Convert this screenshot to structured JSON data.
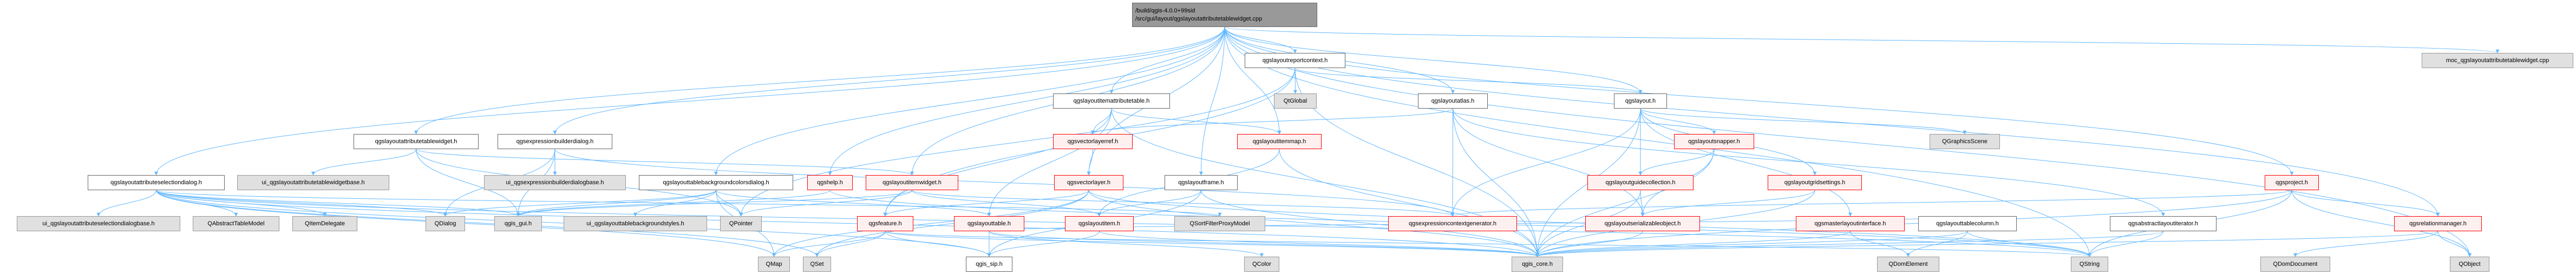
{
  "graph": {
    "root": {
      "line1": "/build/qgis-4.0.0+99sid",
      "line2": "/src/gui/layout/qgslayoutattributetablewidget.cpp"
    },
    "colors": {
      "edge": "#63b8ff",
      "truncated_border": "#ff0000",
      "external_fill": "#e0e0e0"
    },
    "nodes": [
      {
        "id": "reportcontext",
        "label": "qgslayoutreportcontext.h",
        "kind": "doc"
      },
      {
        "id": "moc",
        "label": "moc_qgslayoutattributetablewidget.cpp",
        "kind": "ext"
      },
      {
        "id": "itemattributetable",
        "label": "qgslayoutitemattributetable.h",
        "kind": "doc"
      },
      {
        "id": "qtglobal",
        "label": "QtGlobal",
        "kind": "ext"
      },
      {
        "id": "atlas",
        "label": "qgslayoutatlas.h",
        "kind": "doc"
      },
      {
        "id": "layout",
        "label": "qgslayout.h",
        "kind": "doc"
      },
      {
        "id": "attrtablewidget",
        "label": "qgslayoutattributetablewidget.h",
        "kind": "doc"
      },
      {
        "id": "exprbuilder",
        "label": "qgsexpressionbuilderdialog.h",
        "kind": "doc"
      },
      {
        "id": "vectorlayerref",
        "label": "qgsvectorlayerref.h",
        "kind": "trunc"
      },
      {
        "id": "itemmap",
        "label": "qgslayoutitemmap.h",
        "kind": "trunc"
      },
      {
        "id": "snapper",
        "label": "qgslayoutsnapper.h",
        "kind": "trunc"
      },
      {
        "id": "graphicsscene",
        "label": "QGraphicsScene",
        "kind": "ext"
      },
      {
        "id": "attrseldialog",
        "label": "qgslayoutattributeselectiondialog.h",
        "kind": "doc"
      },
      {
        "id": "ui_attrtablewidget",
        "label": "ui_qgslayoutattributetablewidgetbase.h",
        "kind": "ext"
      },
      {
        "id": "ui_exprbuilder",
        "label": "ui_qgsexpressionbuilderdialogbase.h",
        "kind": "ext"
      },
      {
        "id": "bgcolorsdialog",
        "label": "qgslayouttablebackgroundcolorsdialog.h",
        "kind": "doc"
      },
      {
        "id": "help",
        "label": "qgshelp.h",
        "kind": "trunc"
      },
      {
        "id": "itemwidget",
        "label": "qgslayoutitemwidget.h",
        "kind": "trunc"
      },
      {
        "id": "vectorlayer",
        "label": "qgsvectorlayer.h",
        "kind": "trunc"
      },
      {
        "id": "frame",
        "label": "qgslayoutframe.h",
        "kind": "doc"
      },
      {
        "id": "guidecollection",
        "label": "qgslayoutguidecollection.h",
        "kind": "trunc"
      },
      {
        "id": "gridsettings",
        "label": "qgslayoutgridsettings.h",
        "kind": "trunc"
      },
      {
        "id": "project",
        "label": "qgsproject.h",
        "kind": "trunc"
      },
      {
        "id": "ui_attrsel",
        "label": "ui_qgslayoutattributeselectiondialogbase.h",
        "kind": "ext"
      },
      {
        "id": "abstracttablemodel",
        "label": "QAbstractTableModel",
        "kind": "ext"
      },
      {
        "id": "itemdelegate",
        "label": "QItemDelegate",
        "kind": "ext"
      },
      {
        "id": "qdialog",
        "label": "QDialog",
        "kind": "ext"
      },
      {
        "id": "qgis_gui",
        "label": "qgis_gui.h",
        "kind": "ext"
      },
      {
        "id": "ui_bgstyles",
        "label": "ui_qgslayouttablebackgroundstyles.h",
        "kind": "ext"
      },
      {
        "id": "qpointer",
        "label": "QPointer",
        "kind": "ext"
      },
      {
        "id": "feature",
        "label": "qgsfeature.h",
        "kind": "trunc"
      },
      {
        "id": "layouttable",
        "label": "qgslayouttable.h",
        "kind": "trunc"
      },
      {
        "id": "layoutitem",
        "label": "qgslayoutitem.h",
        "kind": "trunc"
      },
      {
        "id": "sortfilter",
        "label": "QSortFilterProxyModel",
        "kind": "ext"
      },
      {
        "id": "exprctxgen",
        "label": "qgsexpressioncontextgenerator.h",
        "kind": "trunc"
      },
      {
        "id": "serializable",
        "label": "qgslayoutserializableobject.h",
        "kind": "trunc"
      },
      {
        "id": "masterlayout",
        "label": "qgsmasterlayoutinterface.h",
        "kind": "trunc"
      },
      {
        "id": "tablecolumn",
        "label": "qgslayouttablecolumn.h",
        "kind": "doc"
      },
      {
        "id": "abstractiterator",
        "label": "qgsabstractlayoutiterator.h",
        "kind": "doc"
      },
      {
        "id": "relationmanager",
        "label": "qgsrelationmanager.h",
        "kind": "trunc"
      },
      {
        "id": "qmap",
        "label": "QMap",
        "kind": "ext"
      },
      {
        "id": "qset",
        "label": "QSet",
        "kind": "ext"
      },
      {
        "id": "qgis_sip",
        "label": "qgis_sip.h",
        "kind": "doc"
      },
      {
        "id": "qcolor",
        "label": "QColor",
        "kind": "ext"
      },
      {
        "id": "qgis_core",
        "label": "qgis_core.h",
        "kind": "ext"
      },
      {
        "id": "qdomelement",
        "label": "QDomElement",
        "kind": "ext"
      },
      {
        "id": "qstring",
        "label": "QString",
        "kind": "ext"
      },
      {
        "id": "qdomdocument",
        "label": "QDomDocument",
        "kind": "ext"
      },
      {
        "id": "qobject",
        "label": "QObject",
        "kind": "ext"
      }
    ],
    "edges": [
      [
        "root",
        "attrseldialog"
      ],
      [
        "root",
        "attrtablewidget"
      ],
      [
        "root",
        "exprbuilder"
      ],
      [
        "root",
        "bgcolorsdialog"
      ],
      [
        "root",
        "help"
      ],
      [
        "root",
        "itemwidget"
      ],
      [
        "root",
        "vectorlayer"
      ],
      [
        "root",
        "itemattributetable"
      ],
      [
        "root",
        "reportcontext"
      ],
      [
        "root",
        "frame"
      ],
      [
        "root",
        "itemmap"
      ],
      [
        "root",
        "atlas"
      ],
      [
        "root",
        "layout"
      ],
      [
        "root",
        "project"
      ],
      [
        "root",
        "relationmanager"
      ],
      [
        "root",
        "moc"
      ],
      [
        "root",
        "qstring"
      ],
      [
        "root",
        "qobject"
      ],
      [
        "attrseldialog",
        "ui_attrsel"
      ],
      [
        "attrseldialog",
        "abstracttablemodel"
      ],
      [
        "attrseldialog",
        "itemdelegate"
      ],
      [
        "attrseldialog",
        "qdialog"
      ],
      [
        "attrseldialog",
        "qgis_gui"
      ],
      [
        "attrseldialog",
        "qgis_core"
      ],
      [
        "attrseldialog",
        "qmap"
      ],
      [
        "attrseldialog",
        "qset"
      ],
      [
        "attrseldialog",
        "sortfilter"
      ],
      [
        "attrseldialog",
        "qgis_sip"
      ],
      [
        "attrseldialog",
        "qstring"
      ],
      [
        "attrtablewidget",
        "ui_attrtablewidget"
      ],
      [
        "attrtablewidget",
        "qgis_gui"
      ],
      [
        "attrtablewidget",
        "itemwidget"
      ],
      [
        "attrtablewidget",
        "qpointer"
      ],
      [
        "exprbuilder",
        "ui_exprbuilder"
      ],
      [
        "exprbuilder",
        "qdialog"
      ],
      [
        "exprbuilder",
        "qgis_gui"
      ],
      [
        "exprbuilder",
        "exprctxgen"
      ],
      [
        "bgcolorsdialog",
        "ui_bgstyles"
      ],
      [
        "bgcolorsdialog",
        "qdialog"
      ],
      [
        "bgcolorsdialog",
        "qgis_gui"
      ],
      [
        "bgcolorsdialog",
        "layouttable"
      ],
      [
        "bgcolorsdialog",
        "qmap"
      ],
      [
        "bgcolorsdialog",
        "qpointer"
      ],
      [
        "help",
        "qgis_gui"
      ],
      [
        "help",
        "qstring"
      ],
      [
        "itemwidget",
        "layoutitem"
      ],
      [
        "itemwidget",
        "qpointer"
      ],
      [
        "itemwidget",
        "exprctxgen"
      ],
      [
        "itemwidget",
        "qgis_gui"
      ],
      [
        "reportcontext",
        "feature"
      ],
      [
        "reportcontext",
        "qtglobal"
      ],
      [
        "reportcontext",
        "layout"
      ],
      [
        "reportcontext",
        "qgis_core"
      ],
      [
        "reportcontext",
        "qpointer"
      ],
      [
        "itemattributetable",
        "vectorlayerref"
      ],
      [
        "itemattributetable",
        "itemmap"
      ],
      [
        "itemattributetable",
        "layouttable"
      ],
      [
        "itemattributetable",
        "qgis_core"
      ],
      [
        "itemattributetable",
        "feature"
      ],
      [
        "vectorlayerref",
        "vectorlayer"
      ],
      [
        "vectorlayer",
        "feature"
      ],
      [
        "vectorlayer",
        "qgis_core"
      ],
      [
        "vectorlayer",
        "qset"
      ],
      [
        "vectorlayer",
        "qmap"
      ],
      [
        "vectorlayer",
        "qstring"
      ],
      [
        "itemmap",
        "layoutitem"
      ],
      [
        "itemmap",
        "qgis_core"
      ],
      [
        "frame",
        "layoutitem"
      ],
      [
        "frame",
        "qgis_core"
      ],
      [
        "frame",
        "qgis_sip"
      ],
      [
        "feature",
        "qmap"
      ],
      [
        "feature",
        "qset"
      ],
      [
        "feature",
        "qgis_sip"
      ],
      [
        "feature",
        "qgis_core"
      ],
      [
        "feature",
        "qstring"
      ],
      [
        "layouttable",
        "qgis_sip"
      ],
      [
        "layouttable",
        "qgis_core"
      ],
      [
        "layouttable",
        "qcolor"
      ],
      [
        "layouttable",
        "tablecolumn"
      ],
      [
        "layoutitem",
        "qgis_core"
      ],
      [
        "layoutitem",
        "qgis_sip"
      ],
      [
        "atlas",
        "exprctxgen"
      ],
      [
        "atlas",
        "serializable"
      ],
      [
        "atlas",
        "qgis_core"
      ],
      [
        "atlas",
        "abstractiterator"
      ],
      [
        "atlas",
        "vectorlayerref"
      ],
      [
        "layout",
        "guidecollection"
      ],
      [
        "layout",
        "snapper"
      ],
      [
        "layout",
        "exprctxgen"
      ],
      [
        "layout",
        "qgis_core"
      ],
      [
        "layout",
        "graphicsscene"
      ],
      [
        "layout",
        "gridsettings"
      ],
      [
        "layout",
        "masterlayout"
      ],
      [
        "snapper",
        "guidecollection"
      ],
      [
        "snapper",
        "serializable"
      ],
      [
        "snapper",
        "qgis_core"
      ],
      [
        "guidecollection",
        "serializable"
      ],
      [
        "guidecollection",
        "qgis_core"
      ],
      [
        "gridsettings",
        "serializable"
      ],
      [
        "gridsettings",
        "qgis_core"
      ],
      [
        "serializable",
        "qgis_core"
      ],
      [
        "masterlayout",
        "qdomelement"
      ],
      [
        "masterlayout",
        "qgis_core"
      ],
      [
        "tablecolumn",
        "qdomelement"
      ],
      [
        "tablecolumn",
        "qstring"
      ],
      [
        "tablecolumn",
        "qgis_core"
      ],
      [
        "abstractiterator",
        "qstring"
      ],
      [
        "abstractiterator",
        "qgis_core"
      ],
      [
        "project",
        "relationmanager"
      ],
      [
        "project",
        "qobject"
      ],
      [
        "project",
        "qstring"
      ],
      [
        "project",
        "qgis_core"
      ],
      [
        "project",
        "exprctxgen"
      ],
      [
        "relationmanager",
        "qdomdocument"
      ],
      [
        "relationmanager",
        "qobject"
      ],
      [
        "relationmanager",
        "qgis_core"
      ]
    ]
  }
}
